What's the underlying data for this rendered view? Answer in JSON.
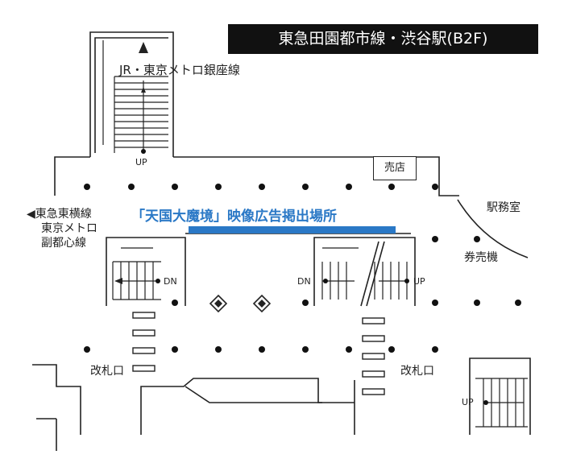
{
  "title": "東急田園都市線・渋谷駅(B2F)",
  "ad_location": "「天国大魔境」映像広告掲出場所",
  "labels": {
    "jr_metro": "JR・東京メトロ銀座線",
    "toyoko": "◀東急東横線",
    "metro": "東京メトロ",
    "fukutoshin": "副都心線",
    "kiosk": "売店",
    "station_office": "駅務室",
    "ticket_machine": "券売機",
    "gate_left": "改札口",
    "gate_right": "改札口",
    "up_top": "UP",
    "dn_left": "DN",
    "dn_mid": "DN",
    "up_mid": "UP",
    "up_bottom": "UP"
  },
  "colors": {
    "ad_highlight": "#2a78c6",
    "title_bg": "#111111",
    "line": "#222222"
  },
  "icons": {
    "up_arrow": "triangle-up-icon",
    "left_arrow": "triangle-left-icon",
    "diamond": "diamond-icon"
  }
}
